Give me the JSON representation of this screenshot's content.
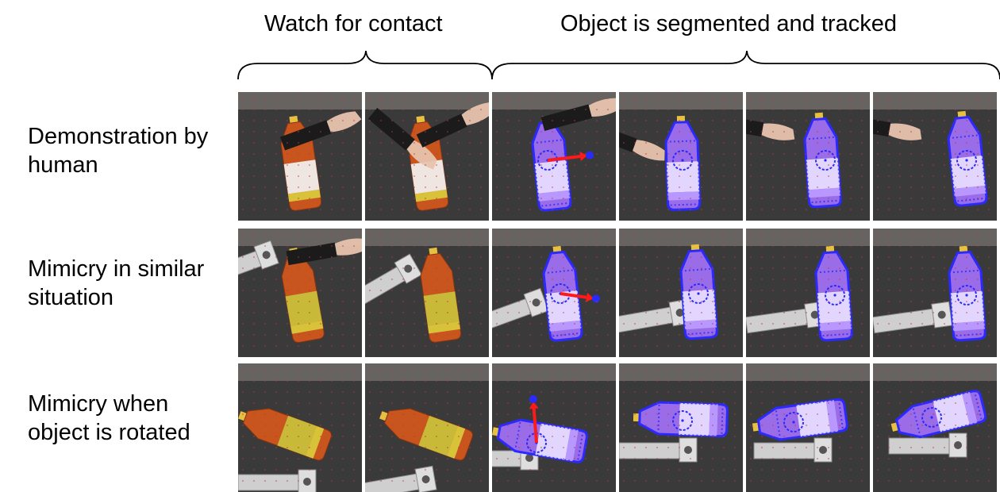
{
  "headers": {
    "watch_for_contact": "Watch for contact",
    "segmented_tracked": "Object is segmented and tracked"
  },
  "rows": [
    {
      "label_line1": "Demonstration by",
      "label_line2": "human"
    },
    {
      "label_line1": "Mimicry in similar",
      "label_line2": "situation"
    },
    {
      "label_line1": "Mimicry when",
      "label_line2": "object is rotated"
    }
  ],
  "colors": {
    "table": "#3a3a3a",
    "bottle_orange": "#c8541e",
    "segmentation_purple": "#9a6ce8",
    "segmentation_blue": "#2a2aff",
    "arrow_red": "#ff1a1a",
    "label_white": "#f2f2f2"
  }
}
